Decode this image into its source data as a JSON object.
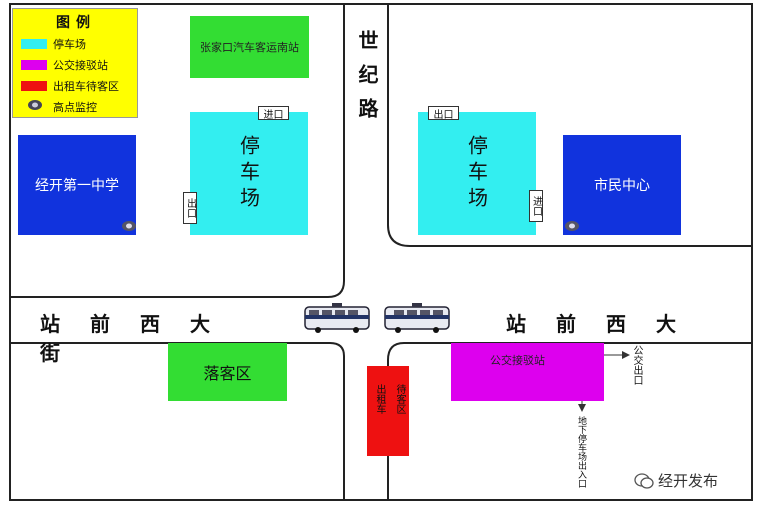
{
  "colors": {
    "parking": "#33eef0",
    "bus_station": "#dd00ee",
    "taxi": "#ee1111",
    "green": "#33dd33",
    "blue_bldg": "#1133dd",
    "legend_bg": "#ffff00"
  },
  "legend": {
    "title": "图例",
    "items": [
      {
        "label": "停车场",
        "color": "#33eef0",
        "icon": "swatch"
      },
      {
        "label": "公交接驳站",
        "color": "#dd00ee",
        "icon": "swatch"
      },
      {
        "label": "出租车待客区",
        "color": "#ee1111",
        "icon": "swatch"
      },
      {
        "label": "高点监控",
        "icon": "camera-icon"
      }
    ]
  },
  "buildings": {
    "bus_south_station": "张家口汽车客运南站",
    "school": "经开第一中学",
    "civic_center": "市民中心",
    "dropoff": "落客区",
    "bus_transfer": "公交接驳站"
  },
  "parking": {
    "left_label": "停车场",
    "right_label": "停车场",
    "left_entrance": "进口",
    "left_exit": "出口",
    "right_exit": "出口",
    "right_entrance": "进口"
  },
  "taxi": {
    "left": "出租车",
    "right": "待客区"
  },
  "streets": {
    "vertical": "世纪路",
    "horizontal_left": "站前西大街",
    "horizontal_right": "站前西大街"
  },
  "bus_exit": "公交出口",
  "underground_exit": "地下停车场出入口",
  "watermark": "经开发布"
}
